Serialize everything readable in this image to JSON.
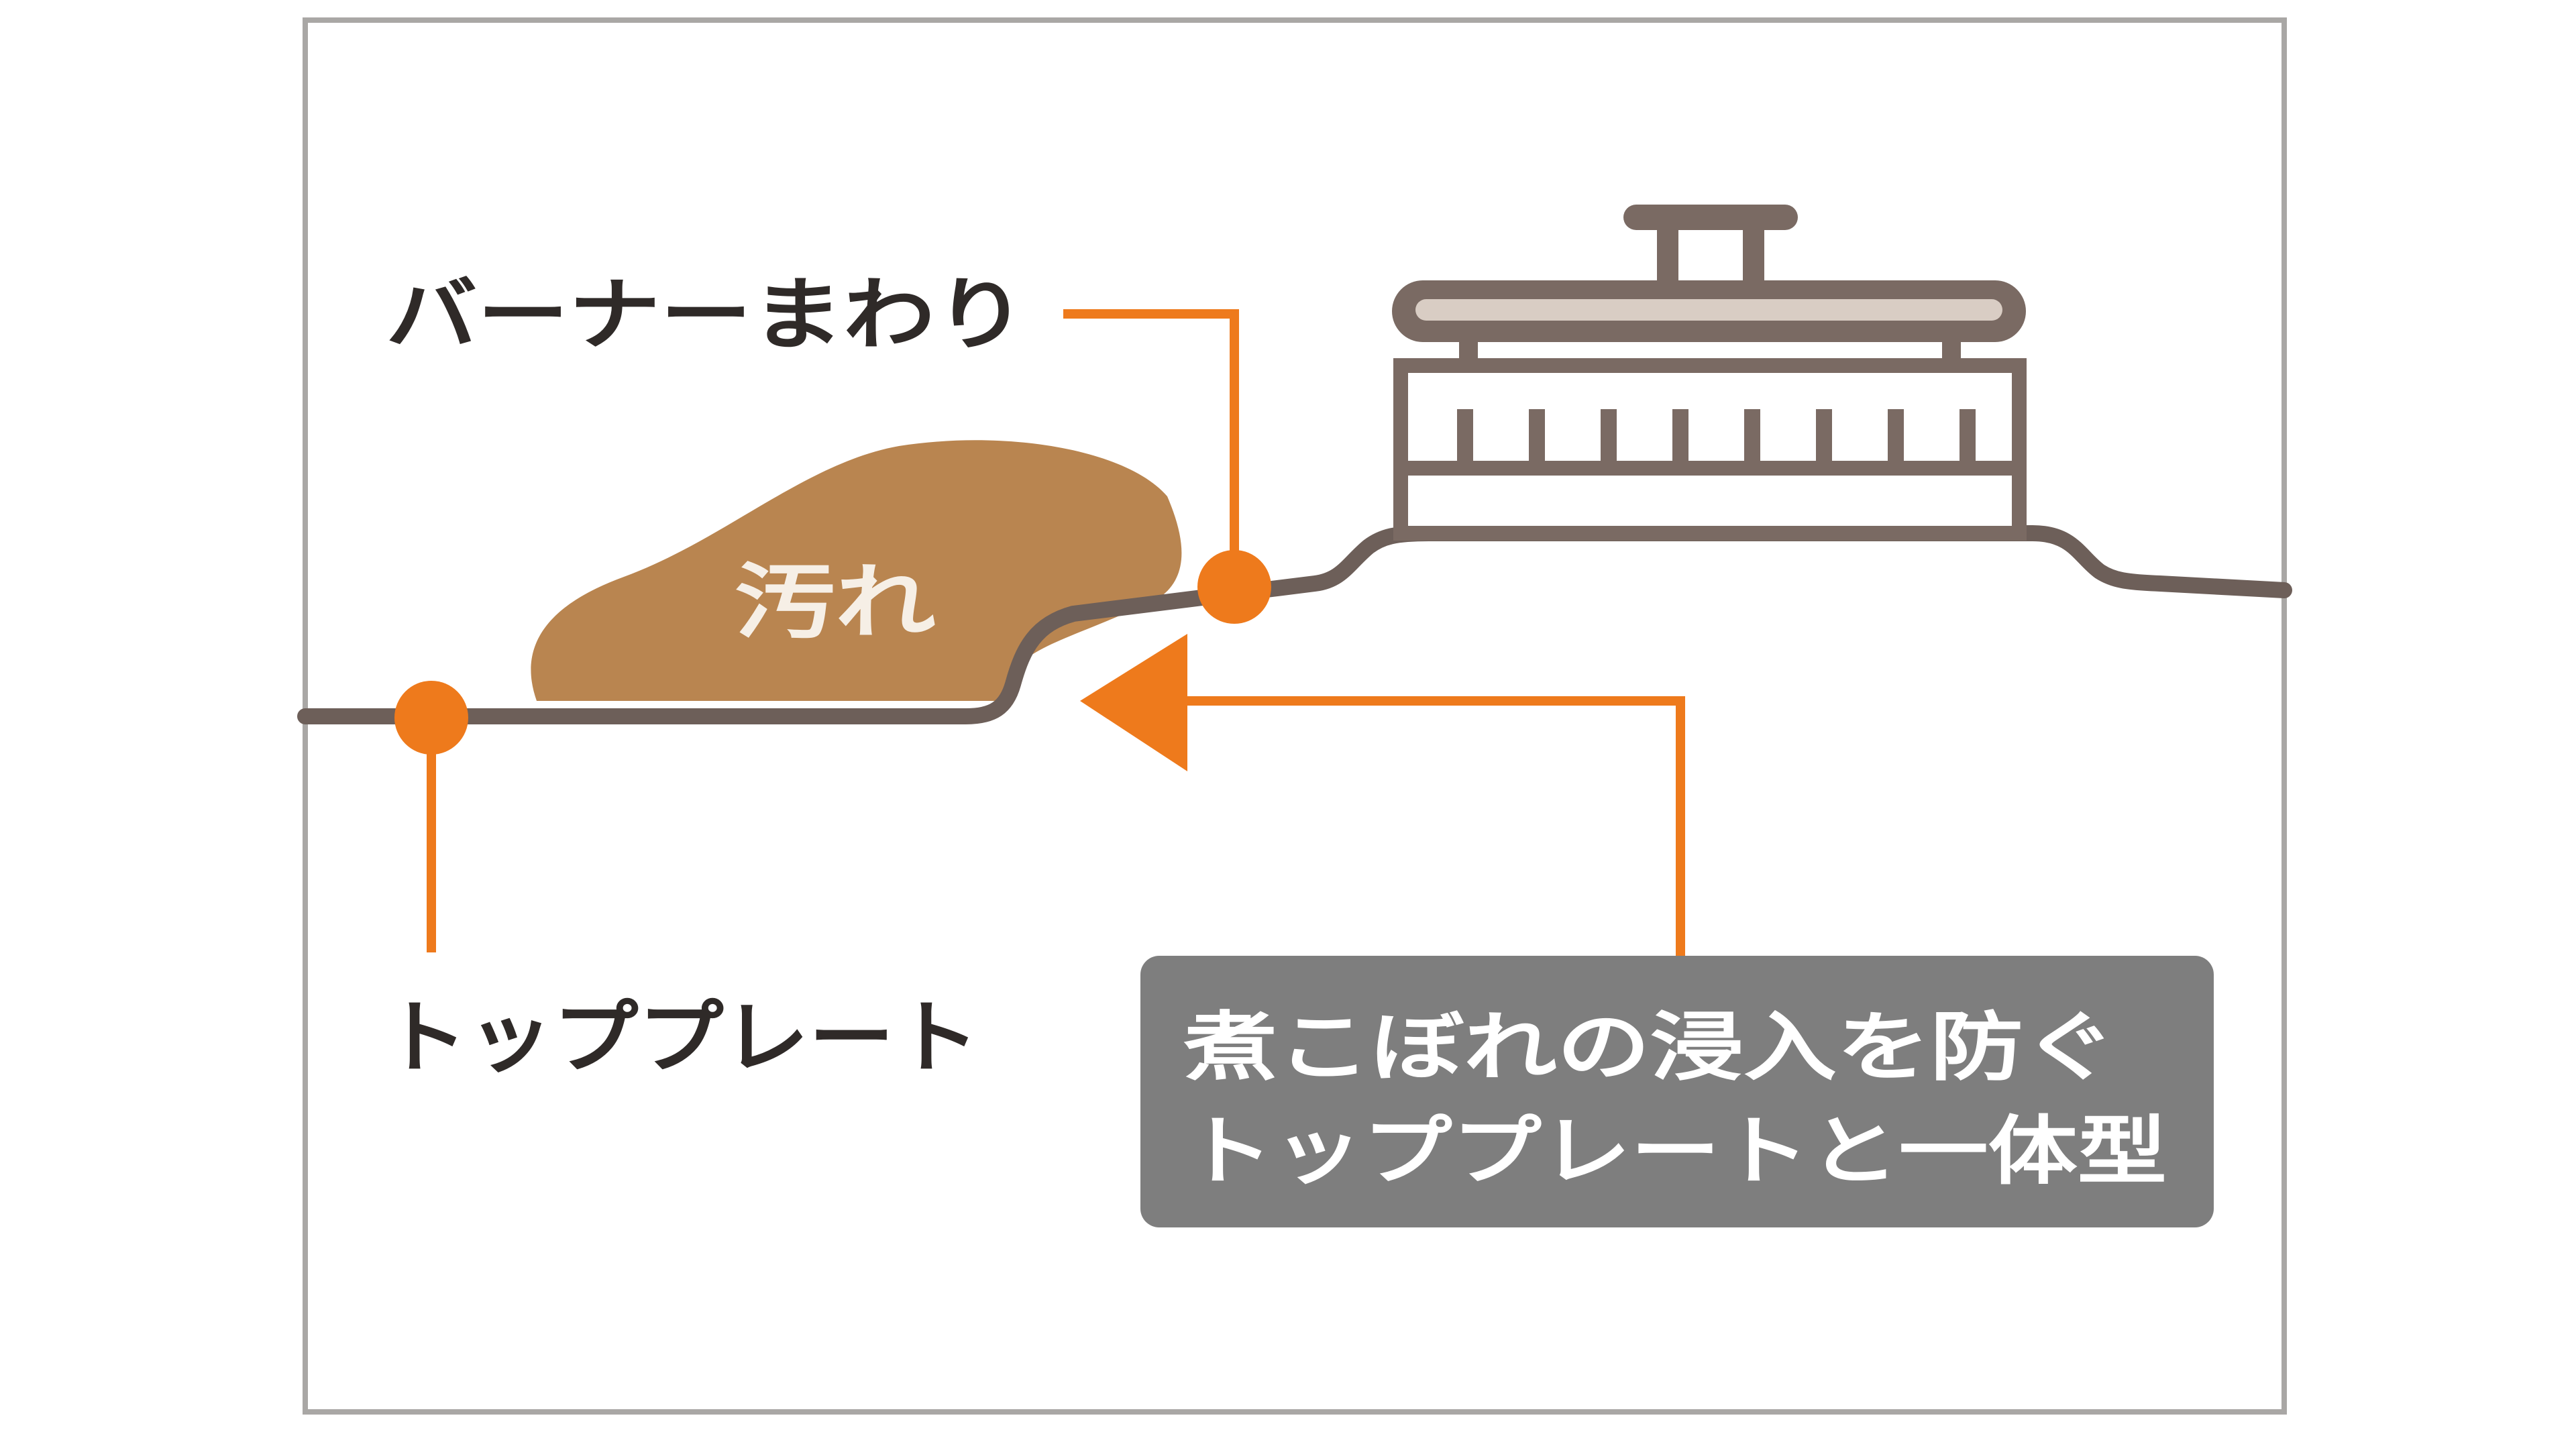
{
  "labels": {
    "burner_area": "バーナーまわり",
    "stain": "汚れ",
    "top_plate": "トッププレート",
    "callout_line1": "煮こぼれの浸入を防ぐ",
    "callout_line2": "トッププレートと一体型"
  },
  "colors": {
    "frame": "#a9a7a5",
    "surface": "#6d5f59",
    "burner": "#7a6a63",
    "burner_inner": "#d9cdc4",
    "stain": "#b98550",
    "accent": "#ee7a1c",
    "callout_bg": "#7e7e7e"
  }
}
